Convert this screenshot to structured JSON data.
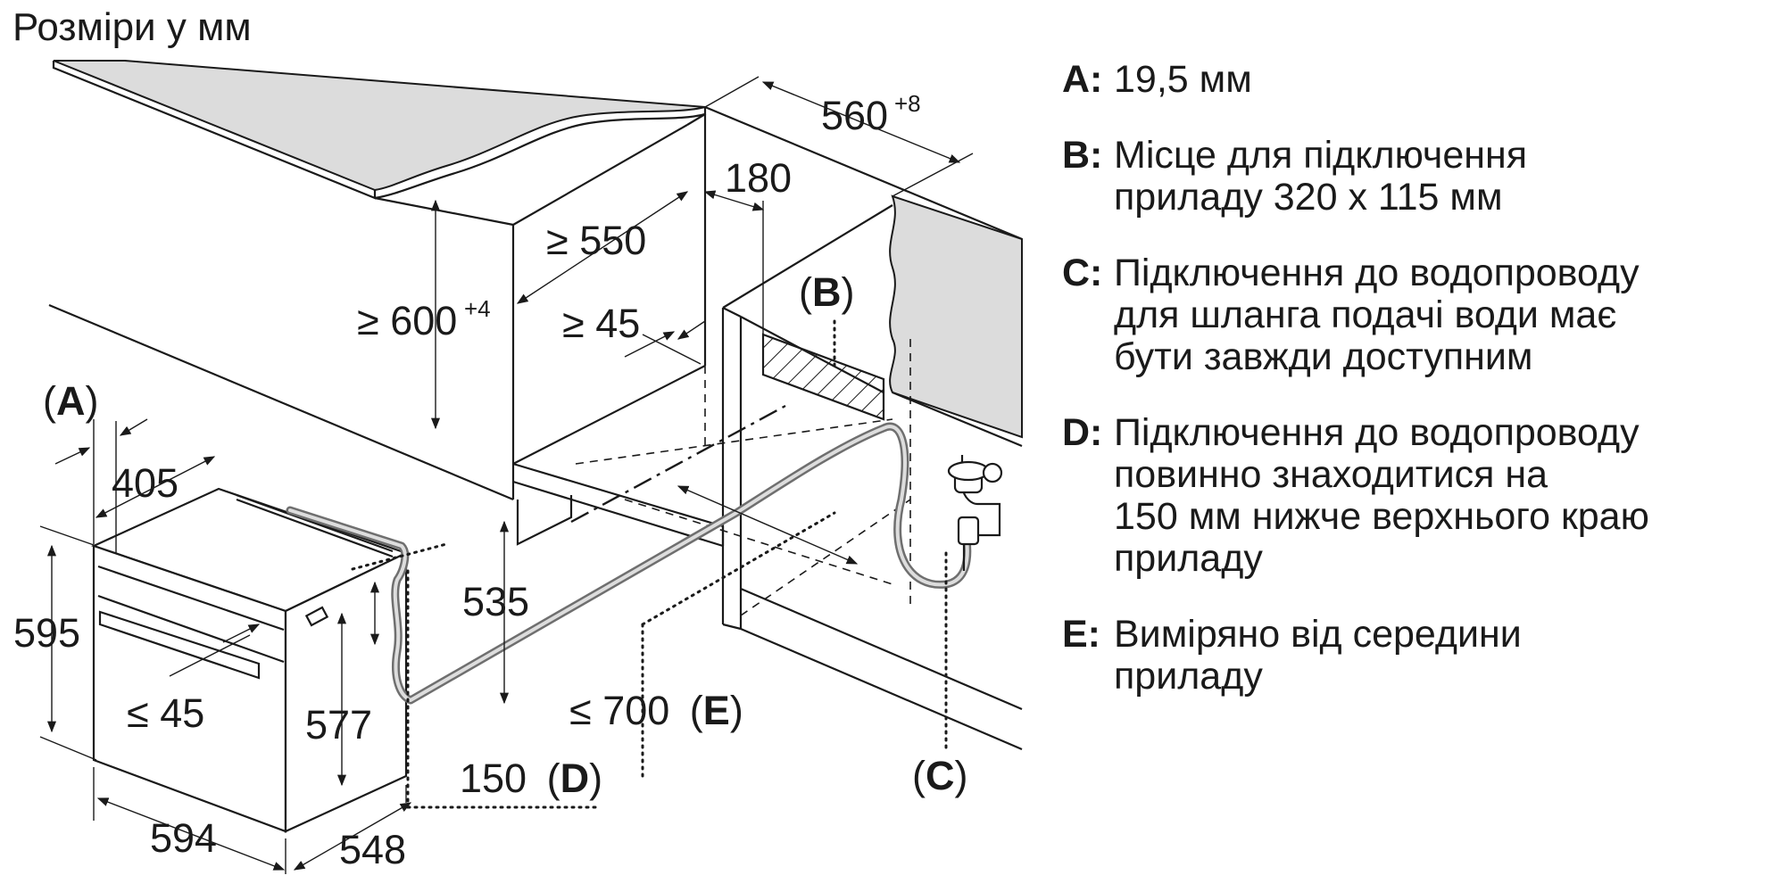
{
  "title": "Розміри у мм",
  "dimensions": {
    "w560": "560",
    "w560_tol": "+8",
    "d180": "180",
    "d550": "≥ 550",
    "h600": "≥ 600",
    "h600_tol": "+4",
    "d45_top": "≥ 45",
    "d405": "405",
    "h595": "595",
    "d45_front": "≤ 45",
    "h577": "577",
    "h535": "535",
    "w594": "594",
    "d548": "548",
    "d700": "≤ 700",
    "d150": "150"
  },
  "callouts": {
    "A": "A",
    "B": "B",
    "C": "C",
    "D": "D",
    "E": "E",
    "open": "(",
    "close": ")"
  },
  "legend": [
    {
      "letter": "A:",
      "lines": [
        "19,5 мм"
      ]
    },
    {
      "letter": "B:",
      "lines": [
        "Місце для підключення",
        "приладу 320 x 115 мм"
      ]
    },
    {
      "letter": "C:",
      "lines": [
        "Підключення до водопроводу",
        "для шланга подачі води має",
        "бути завжди доступним"
      ]
    },
    {
      "letter": "D:",
      "lines": [
        "Підключення до водопроводу",
        "повинно знаходитися на",
        "150 мм нижче верхнього краю",
        "приладу"
      ]
    },
    {
      "letter": "E:",
      "lines": [
        "Виміряно від середини",
        "приладу"
      ]
    }
  ]
}
